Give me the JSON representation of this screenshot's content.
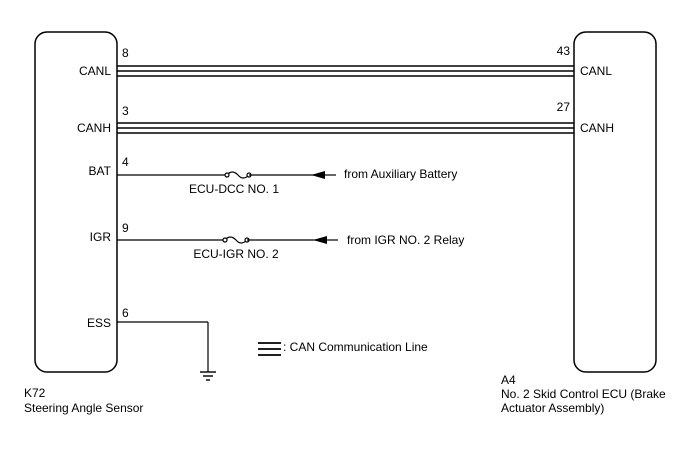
{
  "left_component": {
    "code": "K72",
    "name": "Steering Angle Sensor"
  },
  "right_component": {
    "code": "A4",
    "name_line1": "No. 2 Skid Control ECU (Brake",
    "name_line2": "Actuator Assembly)"
  },
  "lines": [
    {
      "left_label": "CANL",
      "left_pin": "8",
      "right_label": "CANL",
      "right_pin": "43"
    },
    {
      "left_label": "CANH",
      "left_pin": "3",
      "right_label": "CANH",
      "right_pin": "27"
    },
    {
      "left_label": "BAT",
      "left_pin": "4",
      "fuse": "ECU-DCC NO. 1",
      "source": "from Auxiliary Battery"
    },
    {
      "left_label": "IGR",
      "left_pin": "9",
      "fuse": "ECU-IGR NO. 2",
      "source": "from IGR NO. 2 Relay"
    },
    {
      "left_label": "ESS",
      "left_pin": "6",
      "ground": true
    }
  ],
  "legend": {
    "text": ": CAN Communication Line"
  }
}
